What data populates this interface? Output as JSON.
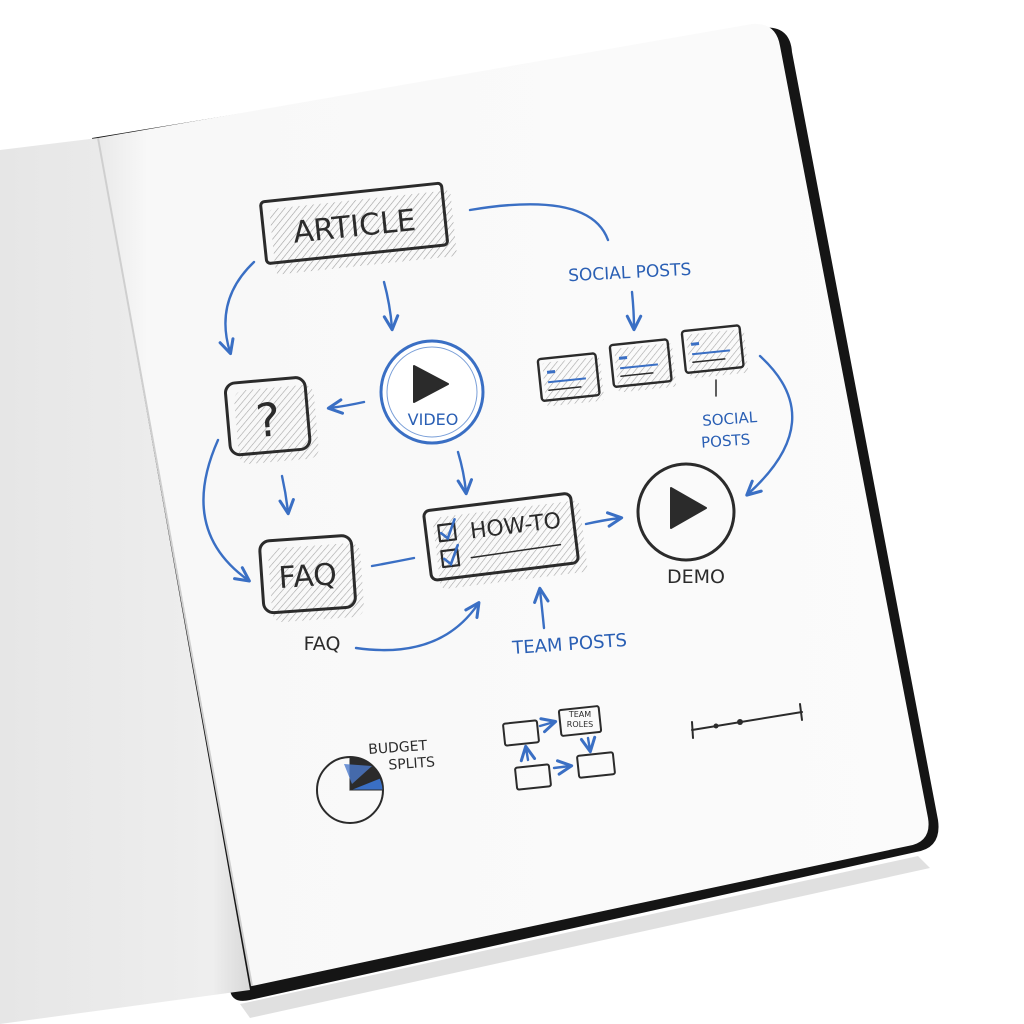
{
  "nodes": {
    "article": "ARTICLE",
    "question": "?",
    "video": "VIDEO",
    "faq": "FAQ",
    "howto": "HOW-TO",
    "demo": "DEMO"
  },
  "labels": {
    "social_posts_top": "SOCIAL POSTS",
    "social_posts_right_1": "SOCIAL",
    "social_posts_right_2": "POSTS",
    "faq_caption": "FAQ",
    "team_posts": "TEAM POSTS"
  },
  "thumbnails": {
    "budget_1": "BUDGET",
    "budget_2": "SPLITS",
    "team_roles_1": "TEAM",
    "team_roles_2": "ROLES"
  },
  "colors": {
    "ink": "#2b2b2b",
    "accent_blue": "#3a6fc4",
    "paper": "#fafafa",
    "cover": "#1a1a1a"
  },
  "icons": [
    "play-icon",
    "checkbox-icon",
    "question-mark-icon",
    "pie-chart-icon",
    "timeline-icon"
  ]
}
